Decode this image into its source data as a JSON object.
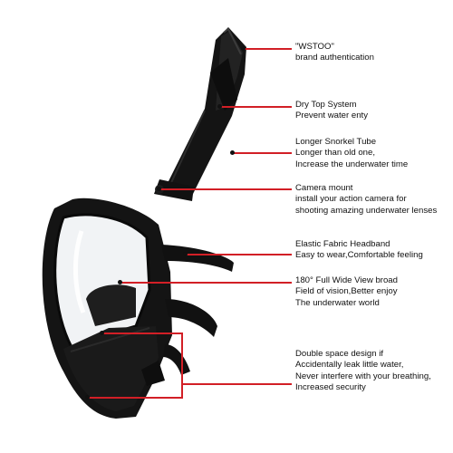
{
  "colors": {
    "leader": "#d21f26",
    "mask": "#141414",
    "background": "#ffffff"
  },
  "image": {
    "subject": "full-face-snorkel-mask-icon"
  },
  "callouts": [
    {
      "id": "brand",
      "line1": "\"WSTOO\"",
      "line2": "brand authentication",
      "line3": ""
    },
    {
      "id": "dry-top",
      "line1": "Dry Top System",
      "line2": "Prevent water enty",
      "line3": ""
    },
    {
      "id": "snorkel",
      "line1": "Longer Snorkel Tube",
      "line2": "Longer than old one,",
      "line3": "Increase the  underwater time"
    },
    {
      "id": "camera",
      "line1": "Camera mount",
      "line2": "install your action camera for",
      "line3": "shooting amazing underwater lenses"
    },
    {
      "id": "headband",
      "line1": "Elastic Fabric Headband",
      "line2": "Easy to wear,Comfortable feeling",
      "line3": ""
    },
    {
      "id": "view",
      "line1": "180° Full Wide View broad",
      "line2": "Field of vision,Better enjoy",
      "line3": "The underwater world"
    },
    {
      "id": "space",
      "line1": "Double space design if",
      "line2": "Accidentally leak little water,",
      "line3": "Never interfere with your breathing,",
      "line4": "Increased security"
    }
  ]
}
